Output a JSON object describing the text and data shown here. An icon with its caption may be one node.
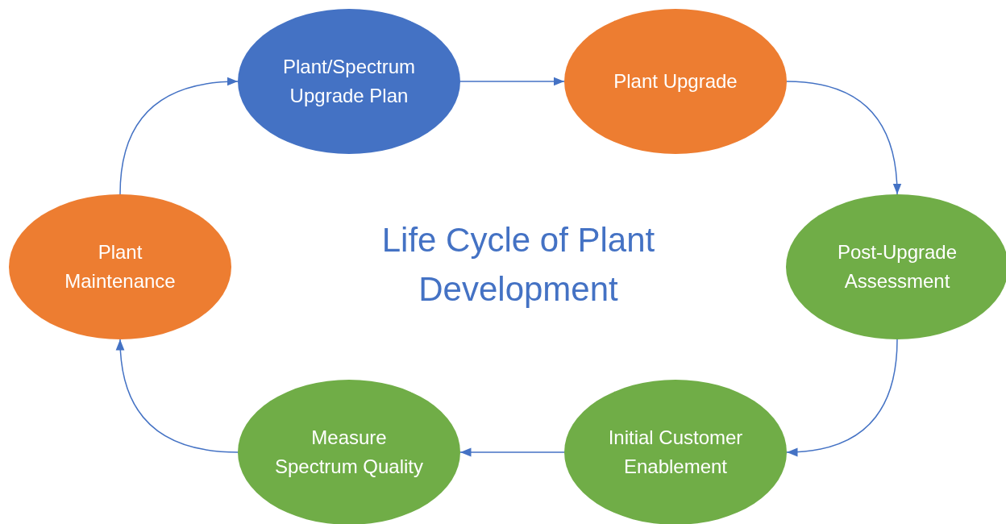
{
  "diagram": {
    "title": "Life Cycle of Plant Development",
    "nodes": [
      {
        "text": [
          "Plant/Spectrum Upgrade Plan"
        ]
      },
      {
        "text": [
          "Plant Upgrade"
        ]
      },
      {
        "text": [
          "Post-Upgrade Assessment"
        ]
      },
      {
        "text": [
          "Initial Customer Enablement"
        ]
      },
      {
        "text": [
          "Measure Spectrum Quality"
        ]
      },
      {
        "text": [
          "Plant Maintenance"
        ]
      }
    ],
    "edges": [
      {
        "from": 0,
        "to": 1,
        "arrow": "to"
      },
      {
        "from": 1,
        "to": 2,
        "arrow": "to"
      },
      {
        "from": 2,
        "to": 3,
        "arrow": "to"
      },
      {
        "from": 3,
        "to": 4,
        "arrow": "to"
      },
      {
        "from": 4,
        "to": 5,
        "arrow": "to"
      },
      {
        "from": 5,
        "to": 0,
        "arrow": "to"
      }
    ]
  }
}
